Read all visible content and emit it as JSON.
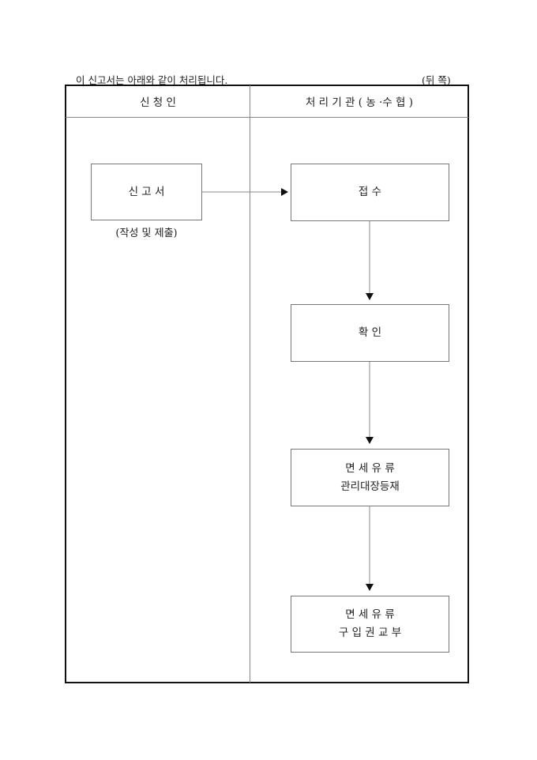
{
  "header": {
    "note": "이 신고서는 아래와 같이 처리됩니다.",
    "page_side": "(뒤 쪽)"
  },
  "columns": {
    "applicant": "신 청 인",
    "processor": "처 리 기 관 ( 농 ·수 협 )"
  },
  "applicant_box": {
    "label": "신 고 서",
    "caption": "(작성 및 제출)"
  },
  "process_steps": [
    {
      "line1": "접 수"
    },
    {
      "line1": "확 인"
    },
    {
      "line1": "면 세 유 류",
      "line2": "관리대장등재"
    },
    {
      "line1": "면 세 유 류",
      "line2": "구 입 권 교 부"
    }
  ],
  "colors": {
    "frame": "#111111",
    "divider": "#888888",
    "box_border": "#777777",
    "arrow": "#111111"
  }
}
